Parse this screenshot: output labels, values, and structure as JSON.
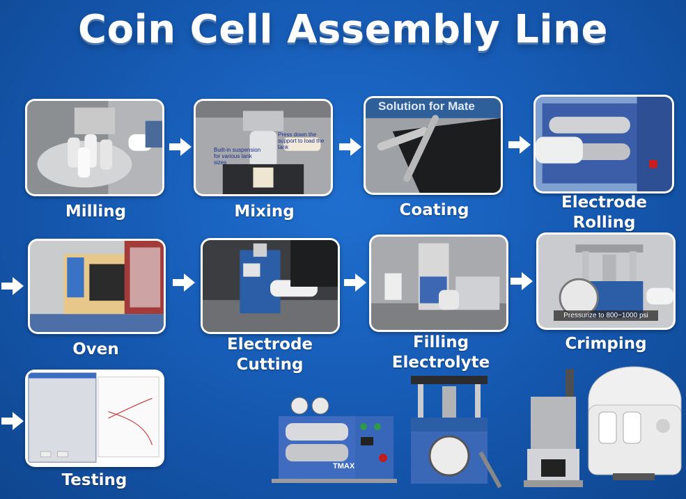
{
  "title": "Coin Cell Assembly Line",
  "steps": [
    {
      "label": "Milling"
    },
    {
      "label": "Mixing"
    },
    {
      "label": "Coating"
    },
    {
      "label": "Electrode Rolling"
    },
    {
      "label": "Oven"
    },
    {
      "label": "Electrode Cutting"
    },
    {
      "label": "Filling Electrolyte"
    },
    {
      "label": "Crimping"
    },
    {
      "label": "Testing"
    }
  ],
  "photo_text": {
    "mixing_note_1": "Press down the support to load the tank",
    "mixing_note_2": "Built-in suspension for various tank sizes",
    "coating_banner": "Solution for Mate",
    "crimping_caption": "Pressurize to 800~1000 psi",
    "rolling_machine_brand": "TMAX"
  },
  "icons": {
    "arrow": "right-arrow-icon"
  },
  "colors": {
    "background": "#1558b0",
    "text": "#ffffff"
  }
}
